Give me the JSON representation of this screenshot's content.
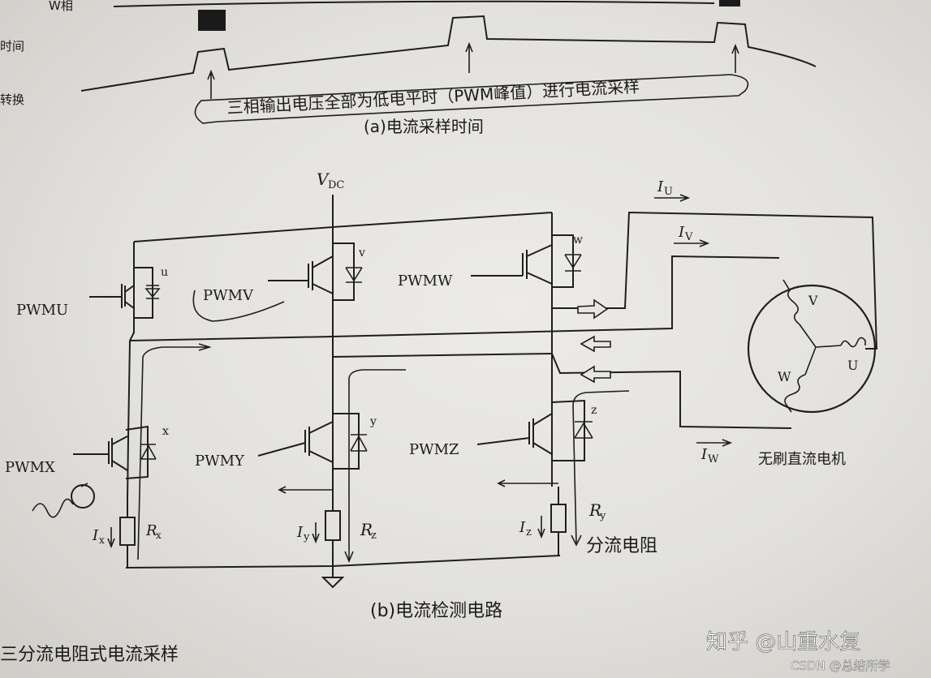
{
  "top_section": {
    "left_labels": [
      "W相",
      "时间",
      "转换"
    ],
    "note": "三相输出电压全部为低电平时（PWM峰值）进行电流采样",
    "caption": "(a)电流采样时间"
  },
  "circuit": {
    "vdc": "V",
    "vdc_sub": "DC",
    "switches": [
      {
        "gate_label": "PWMU",
        "switch_label": "u"
      },
      {
        "gate_label": "PWMV",
        "switch_label": "v"
      },
      {
        "gate_label": "PWMW",
        "switch_label": "w"
      },
      {
        "gate_label": "PWMX",
        "switch_label": "x"
      },
      {
        "gate_label": "PWMY",
        "switch_label": "y"
      },
      {
        "gate_label": "PWMZ",
        "switch_label": "z"
      }
    ],
    "currents": {
      "iu": "I",
      "iu_sub": "U",
      "iv": "I",
      "iv_sub": "V",
      "iw": "I",
      "iw_sub": "W",
      "ix": "I",
      "ix_sub": "x",
      "iy": "I",
      "iy_sub": "y",
      "iz": "I",
      "iz_sub": "z"
    },
    "resistors": {
      "rx": "R",
      "rx_sub": "x",
      "rz": "R",
      "rz_sub": "z",
      "ry": "R",
      "ry_sub": "y",
      "shunt_label": "分流电阻"
    },
    "motor": {
      "phase_v": "V",
      "phase_w": "W",
      "phase_u": "U",
      "label": "无刷直流电机"
    },
    "caption": "(b)电流检测电路"
  },
  "section_heading": "三分流电阻式电流采样",
  "watermarks": {
    "zhihu": "知乎 @山重水复",
    "csdn": "CSDN @总结所学"
  }
}
